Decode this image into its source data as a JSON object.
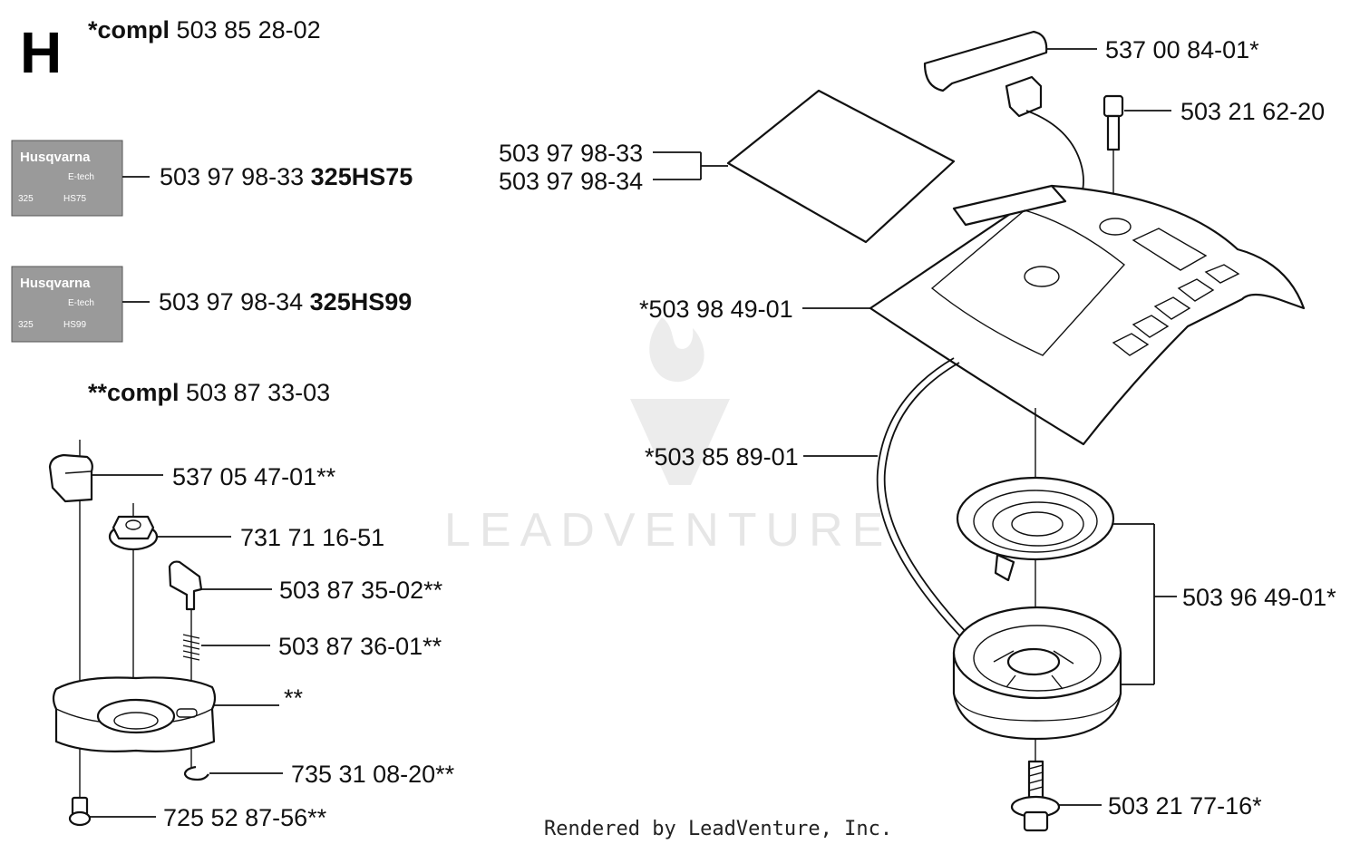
{
  "section": {
    "letter": "H"
  },
  "assemblies": {
    "main": {
      "prefix": "*compl",
      "number": "503 85 28-02"
    },
    "secondary": {
      "prefix": "**compl",
      "number": "503 87 33-03"
    }
  },
  "decals": [
    {
      "brand": "Husqvarna",
      "subline": "E-tech",
      "model_short": "325",
      "badge": "HS75",
      "part": "503 97 98-33",
      "model": "325HS75"
    },
    {
      "brand": "Husqvarna",
      "subline": "E-tech",
      "model_short": "325",
      "badge": "HS99",
      "part": "503 97 98-34",
      "model": "325HS99"
    }
  ],
  "callouts": {
    "handle": "537 00 84-01*",
    "screw_top": "503 21 62-20",
    "decal_33": "503 97 98-33",
    "decal_34": "503 97 98-34",
    "cover": "*503 98 49-01",
    "cord": "*503 85 89-01",
    "pulley_spring": "503 96 49-01*",
    "bolt_bottom": "503 21 77-16*",
    "pawl": "537 05 47-01**",
    "nut": "731 71 16-51",
    "pin": "503 87 35-02**",
    "spring": "503 87 36-01**",
    "housing": "**",
    "circlip": "735 31 08-20**",
    "screw_bottom": "725 52 87-56**"
  },
  "footer": "Rendered by LeadVenture, Inc.",
  "watermark": "LEADVENTURE"
}
